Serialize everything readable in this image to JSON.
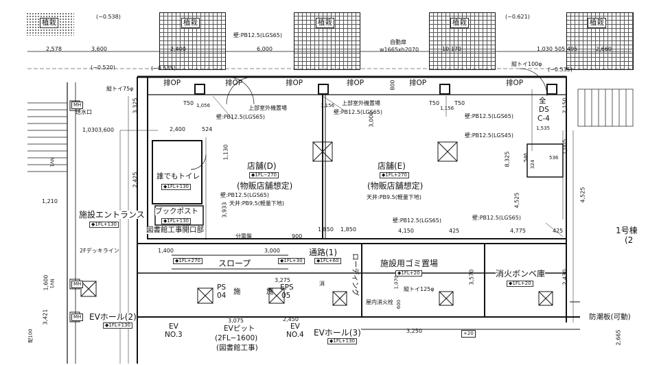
{
  "labels": {
    "planter": "植栽",
    "lvl_top_left": "(−0.538)",
    "lvl_top_right": "(−0.621)",
    "lvl_520": "(−0.520)",
    "lvl_535a": "(−0.535)",
    "lvl_535b": "(−0.535)",
    "wall_pb_top": "壁:PB12.5(LGS65)",
    "auto_door_title": "自動扉",
    "auto_door_size": "w1665xh2070",
    "downpipe_100": "縦トイ100φ",
    "downpipe_75": "縦トイ75φ",
    "exhaust_op": "排OP",
    "t50": "T50",
    "mh": "MH",
    "water_outlet": "送水口",
    "outdoor_unit_a": "上部室外機置場",
    "outdoor_unit_b": "上部室外機置場",
    "wall_pb_e1": "壁:PB12.5(LGS65)",
    "wall_pb_d1": "壁:PB12.5(LGS65)",
    "wall_pb_right1": "壁:PB12.5(LGS65)",
    "wall_pb_right2": "壁:PB12.5(LGS45)",
    "ds_top": "全",
    "ds_mid": "DS",
    "ds_bot": "C-4",
    "store_d": "店舗(D)",
    "store_d_lvl": "◆1FL−270",
    "store_d_use": "(物販店舗想定)",
    "store_d_wall": "壁:PB12.5(LGS65)",
    "store_d_ceiling": "天井:PB9.5(軽量下地)",
    "store_e": "店舗(E)",
    "store_e_lvl": "◆1FL+270",
    "store_e_use": "(物販店舗想定)",
    "store_e_ceiling": "天井:PB9.5(軽量下地)",
    "toilet": "誰でもトイレ",
    "toilet_lvl": "◆1FL+130",
    "bookpost": "ブックポスト",
    "bookpost_lvl": "◆1FL+130",
    "library_work": "図書館工事開口部",
    "entrance": "施設エントランス",
    "entrance_lvl": "◆1FL+130",
    "deck_line": "2Fデッキライン",
    "dist_board": "分電盤",
    "wall_bottom_mid": "壁:PB12.5(LGS65)",
    "wall_bottom_right": "壁:PB12.5(LGS65)",
    "slope": "スロープ",
    "slope_lvl1": "◆1FL+270",
    "slope_lvl2": "◆1FL+30",
    "passage": "通路(1)",
    "passage_lvl": "◆1FL+60",
    "loading": "ローディング",
    "garbage": "施設用ゴミ置場",
    "garbage_lvl": "◆1FL+20",
    "downpipe_125": "縦トイ125φ",
    "hydrant": "屋内消火栓",
    "fire_cyl": "消火ボンベ庫",
    "fire_cyl_lvl": "◆1FL+20",
    "ps": "PS",
    "ps_no": "04",
    "shi": "施",
    "shi2": "施",
    "eps": "EPS",
    "eps_no": "05",
    "ev_hall2": "EVホール(2)",
    "ev_hall2_lvl": "◆1FL+130",
    "ev3": "EV",
    "ev3_no": "NO.3",
    "ev_pit": "EVピット",
    "ev_pit_lvl": "(2FL−1600)",
    "library_work2": "(図書館工事)",
    "ev4": "EV",
    "ev4_no": "NO.4",
    "ev_hall3": "EVホール(3)",
    "ev_hall3_lvl": "◆1FL+130",
    "bldg1": "1号棟",
    "bldg1_suffix": "(2",
    "tide_board": "防潮板(可動)",
    "plus20": "+20",
    "nv1": "NV1",
    "nv2": "NV1",
    "hai_small": "配100",
    "shou": "消"
  },
  "dims": {
    "d_2578": "2,578",
    "d_3600": "3,600",
    "d_2400a": "2,400",
    "d_6000": "6,000",
    "d_10170": "10,170",
    "d_1030a": "1,030",
    "d_505": "505",
    "d_495": "495",
    "d_2660": "2,660",
    "d_3325": "3,325",
    "d_2150": "2,150",
    "d_1030b": "1,030",
    "d_3600b": "3,600",
    "d_2400b": "2,400",
    "d_524": "524",
    "d_1130": "1,130",
    "d_2425": "2,425",
    "d_1210": "1,210",
    "d_3933": "3,933",
    "d_1005": "1,005",
    "d_8325": "8,325",
    "d_4525a": "4,525",
    "d_4525b": "4,525",
    "d_1535": "1,535",
    "d_1056": "1,056",
    "d_1156a": "1,156",
    "d_1156b": "1,156",
    "d_3000v": "3,000",
    "d_800": "800",
    "d_1850a": "1,850",
    "d_1850b": "1,850",
    "d_4150": "4,150",
    "d_425a": "425",
    "d_4775": "4,775",
    "d_425b": "425",
    "d_900": "900",
    "d_3000": "3,000",
    "d_1400": "1,400",
    "d_1600": "1,600",
    "d_3275": "3,275",
    "d_3570": "3,570",
    "d_2430": "2,430",
    "d_3421": "3,421",
    "d_3075": "3,075",
    "d_2450": "2,450",
    "d_3250": "3,250",
    "d_2665": "2,665",
    "d_1070": "1,070",
    "d_600": "600",
    "d_546": "546",
    "d_324": "324",
    "d_536": "536"
  }
}
